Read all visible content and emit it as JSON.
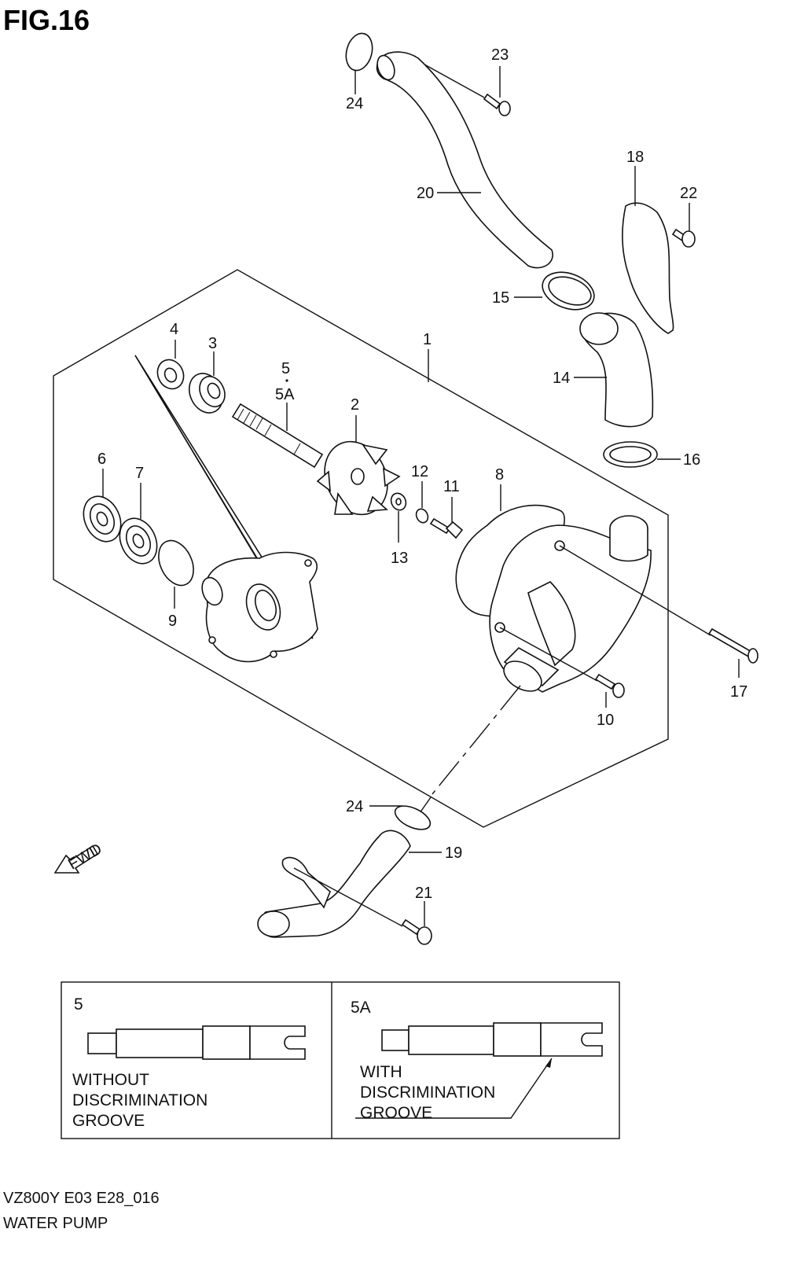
{
  "figure": {
    "title": "FIG.16",
    "model_code": "VZ800Y E03 E28_016",
    "caption": "WATER PUMP"
  },
  "callouts": {
    "c1": "1",
    "c2": "2",
    "c3": "3",
    "c4": "4",
    "c5": "5",
    "c5a": "5A",
    "c6": "6",
    "c7": "7",
    "c8": "8",
    "c9": "9",
    "c10": "10",
    "c11": "11",
    "c12": "12",
    "c13": "13",
    "c14": "14",
    "c15": "15",
    "c16": "16",
    "c17": "17",
    "c18": "18",
    "c19": "19",
    "c20": "20",
    "c21": "21",
    "c22": "22",
    "c23": "23",
    "c24a": "24",
    "c24b": "24"
  },
  "fwd_arrow": {
    "label": "FWD"
  },
  "inset": {
    "left": {
      "number": "5",
      "lines": [
        "WITHOUT",
        "DISCRIMINATION",
        "GROOVE"
      ]
    },
    "right": {
      "number": "5A",
      "lines": [
        "WITH",
        "DISCRIMINATION",
        "GROOVE"
      ]
    }
  }
}
